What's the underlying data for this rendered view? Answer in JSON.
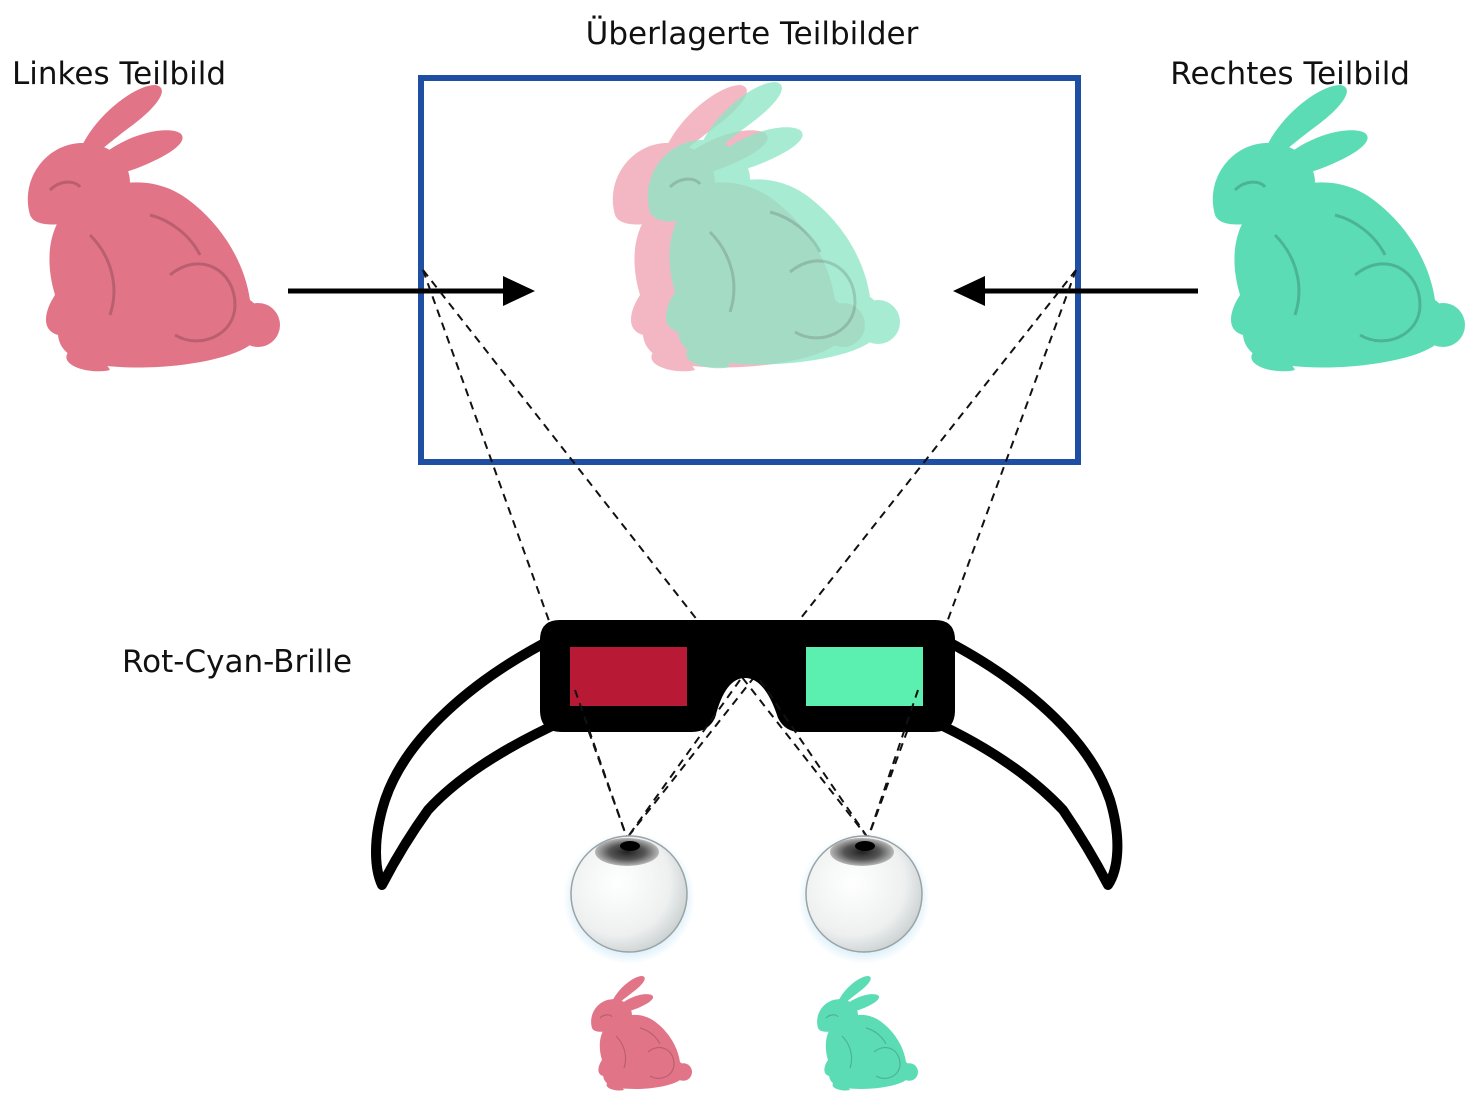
{
  "labels": {
    "left_image": "Linkes Teilbild",
    "overlay": "Überlagerte Teilbilder",
    "right_image": "Rechtes Teilbild",
    "glasses": "Rot-Cyan-Brille"
  },
  "colors": {
    "red_bunny": "#e27488",
    "cyan_bunny": "#5cdcb4",
    "overlay_frame": "#1f4fa3",
    "red_lens": "#b81a35",
    "cyan_lens": "#5cf0b0",
    "frame_black": "#000000"
  },
  "icons": {
    "left_bunny": "bunny-icon",
    "right_bunny": "bunny-icon",
    "eye": "eyeball-icon",
    "glasses": "anaglyph-glasses-icon"
  }
}
